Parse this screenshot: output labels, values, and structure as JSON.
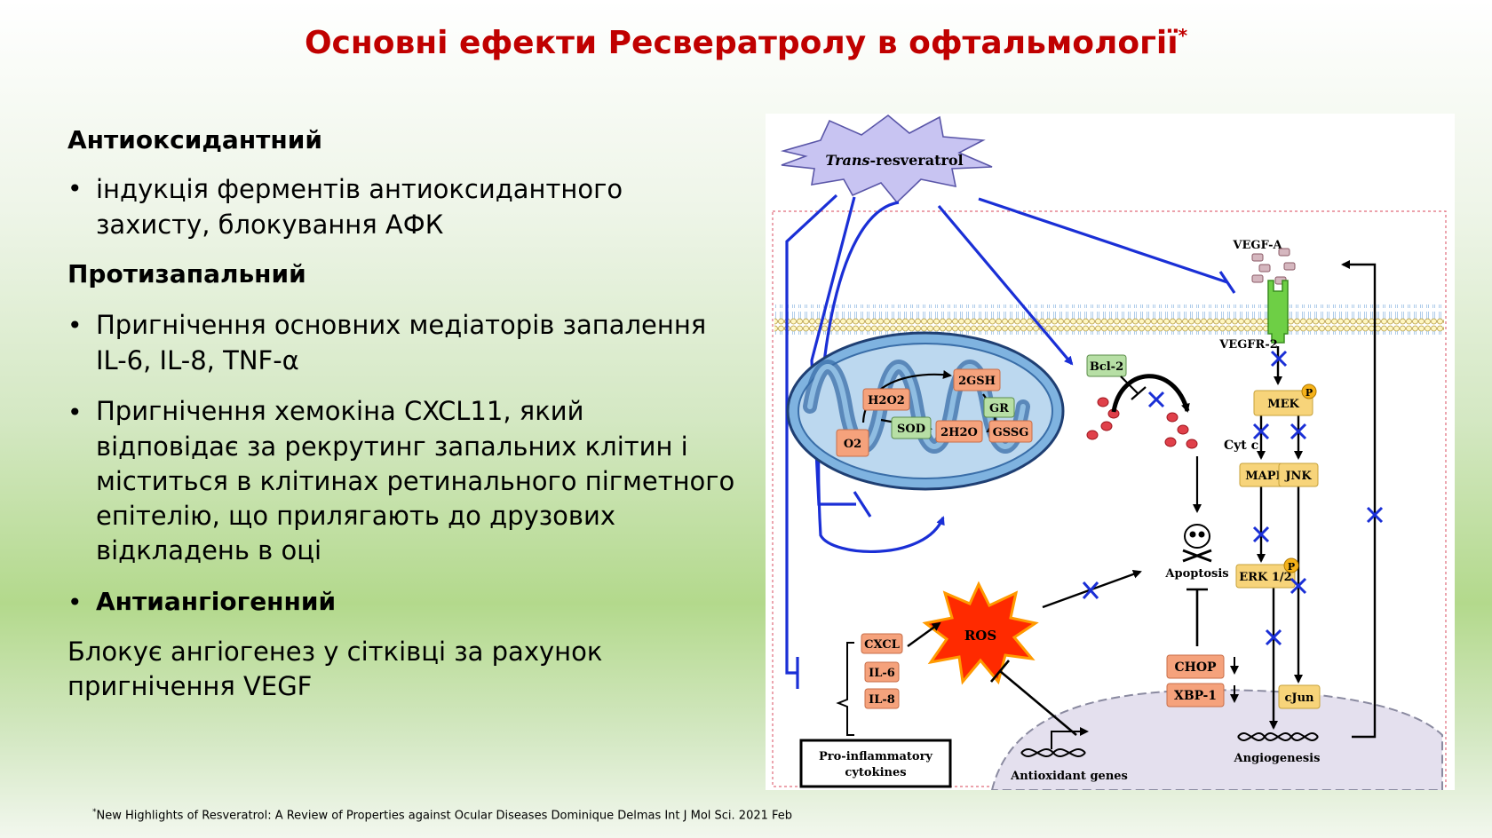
{
  "slide": {
    "title": "Основні ефекти Ресвератролу в офтальмології",
    "title_mark": "*",
    "sections": {
      "antioxidant_heading": "Антиоксидантний",
      "antioxidant_bullet_1": "індукція ферментів антиоксидантного",
      "antioxidant_bullet_2": "захисту, блокування АФК",
      "antiinflammatory_heading": "Протизапальний",
      "antiinflammatory_b1_l1": "Пригнічення основних медіаторів запалення",
      "antiinflammatory_b1_l2": "IL-6, IL-8,  TNF-α",
      "antiinflammatory_b2_l1": "Пригнічення хемокіна CXCL11, який",
      "antiinflammatory_b2_l2": "відповідає за рекрутинг запальних клітин і",
      "antiinflammatory_b2_l3": "міститься в клітинах ретинального пігметного",
      "antiinflammatory_b2_l4": "епітелію, що прилягають до друзових",
      "antiinflammatory_b2_l5": "відкладень в оці",
      "antiangiogenic_heading": "Антиангіогенний",
      "antiangiogenic_text_l1": "Блокує ангіогенез у сітківці за рахунок",
      "antiangiogenic_text_l2": "пригнічення VEGF"
    },
    "bullet_char": "•",
    "footnote_mark": "*",
    "footnote": "New Highlights of Resveratrol: A Review of Properties against Ocular Diseases Dominique Delmas Int J Mol Sci. 2021 Feb"
  },
  "diagram": {
    "resveratrol_italic": "Trans",
    "resveratrol_rest": "-resveratrol",
    "vegfa": "VEGF-A",
    "vegfr2": "VEGFR-2",
    "bcl2": "Bcl-2",
    "gsh": "2GSH",
    "h2o2": "H2O2",
    "gr": "GR",
    "sod": "SOD",
    "h2o": "2H2O",
    "gssg": "GSSG",
    "o2": "O2",
    "cytc": "Cyt c",
    "mek": "MEK",
    "mapk": "MAPK",
    "jnk": "JNK",
    "erk": "ERK 1/2",
    "p": "P",
    "apoptosis": "Apoptosis",
    "ros": "ROS",
    "chop": "CHOP",
    "xbp1": "XBP-1",
    "cjun": "cJun",
    "cxcl": "CXCL",
    "il6": "IL-6",
    "il8": "IL-8",
    "proinflammatory_l1": "Pro-inflammatory",
    "proinflammatory_l2": "cytokines",
    "antioxidant_genes": "Antioxidant  genes",
    "angiogenesis": "Angiogenesis",
    "colors": {
      "blue_arrow": "#1a2fd6",
      "orange_box": "#f5a27c",
      "yellow_box": "#f7d47a",
      "green_box": "#b7dfa5",
      "mito_blue": "#5b9fd6",
      "title_red": "#c00000"
    }
  }
}
